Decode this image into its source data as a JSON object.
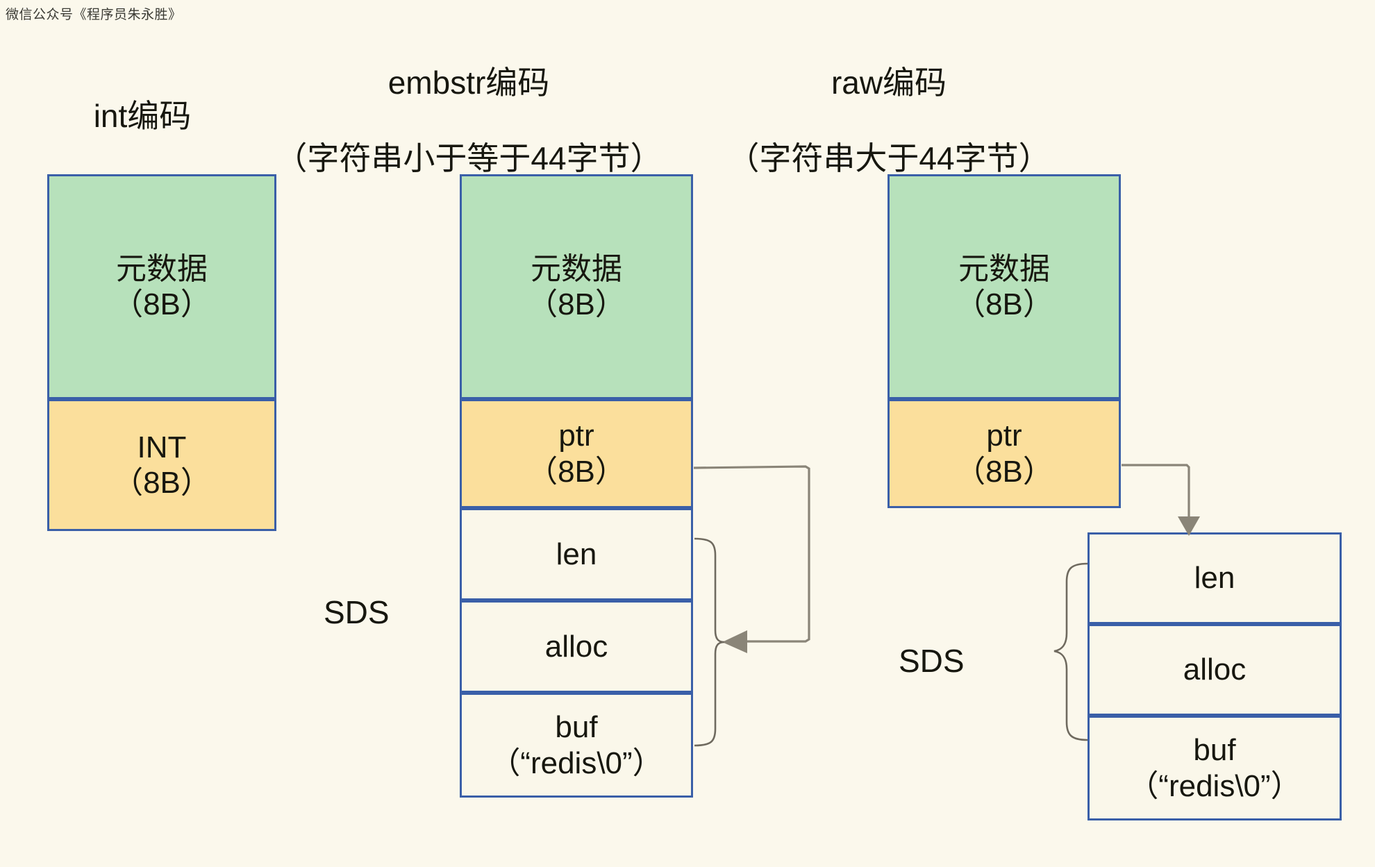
{
  "watermark": "微信公众号《程序员朱永胜》",
  "columns": [
    {
      "id": "int",
      "title": "int编码",
      "subtitle": "",
      "cells": [
        {
          "name": "metadata",
          "line1": "元数据",
          "line2": "（8B）",
          "fill": "green"
        },
        {
          "name": "int-value",
          "line1": "INT",
          "line2": "（8B）",
          "fill": "yellow"
        }
      ]
    },
    {
      "id": "embstr",
      "title": "embstr编码",
      "subtitle": "（字符串小于等于44字节）",
      "sds_label": "SDS",
      "cells": [
        {
          "name": "metadata",
          "line1": "元数据",
          "line2": "（8B）",
          "fill": "green"
        },
        {
          "name": "ptr",
          "line1": "ptr",
          "line2": "（8B）",
          "fill": "yellow"
        },
        {
          "name": "len",
          "line1": "len",
          "line2": "",
          "fill": "plain"
        },
        {
          "name": "alloc",
          "line1": "alloc",
          "line2": "",
          "fill": "plain"
        },
        {
          "name": "buf",
          "line1": "buf",
          "line2": "（“redis\\0”）",
          "fill": "plain"
        }
      ]
    },
    {
      "id": "raw",
      "title": "raw编码",
      "subtitle": "（字符串大于44字节）",
      "sds_label": "SDS",
      "cells": [
        {
          "name": "metadata",
          "line1": "元数据",
          "line2": "（8B）",
          "fill": "green"
        },
        {
          "name": "ptr",
          "line1": "ptr",
          "line2": "（8B）",
          "fill": "yellow"
        }
      ],
      "sds_cells": [
        {
          "name": "len",
          "line1": "len",
          "line2": "",
          "fill": "plain"
        },
        {
          "name": "alloc",
          "line1": "alloc",
          "line2": "",
          "fill": "plain"
        },
        {
          "name": "buf",
          "line1": "buf",
          "line2": "（“redis\\0”）",
          "fill": "plain"
        }
      ]
    }
  ],
  "colors": {
    "background": "#fbf8ec",
    "metadata_fill": "#b7e1bb",
    "pointer_fill": "#fbdf9c",
    "plain_fill": "#faf7ea",
    "box_border": "#3a5fa8",
    "connector": "#8a8578",
    "text": "#17170f"
  }
}
